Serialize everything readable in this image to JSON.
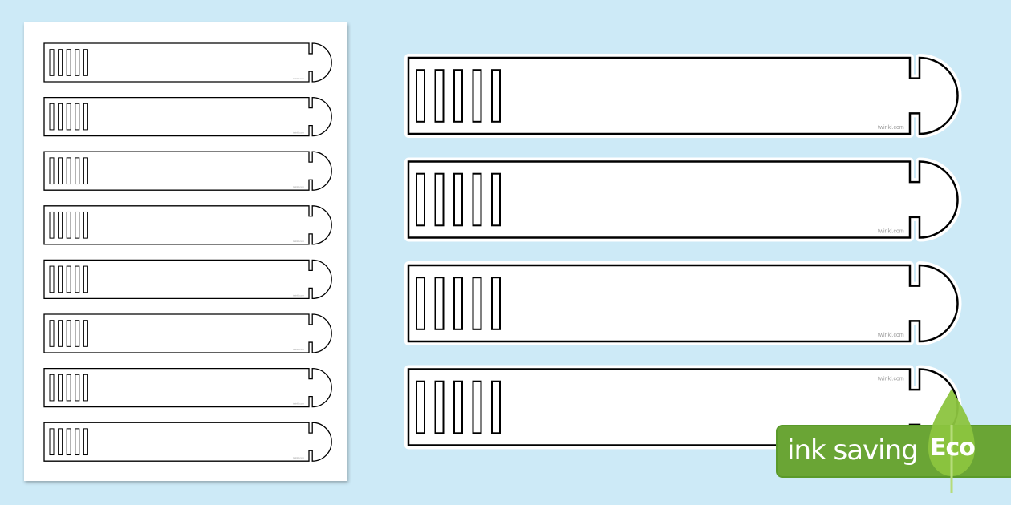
{
  "sheet": {
    "strip_count": 8,
    "boxes_per_strip": 5,
    "watermark": "twinkl.com"
  },
  "preview": {
    "strip_count": 4,
    "boxes_per_strip": 5,
    "watermark": "twinkl.com"
  },
  "badge": {
    "label": "ink saving",
    "eco": "Eco",
    "colors": {
      "band": "#6aa535",
      "leaf": "#8cc43f"
    }
  },
  "colors": {
    "background": "#cdeaf7",
    "outline": "#000000",
    "paper": "#ffffff"
  }
}
